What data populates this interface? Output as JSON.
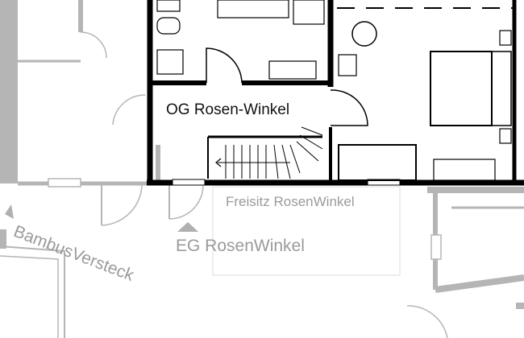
{
  "labels": {
    "og": "OG Rosen-Winkel",
    "freisitz": "Freisitz RosenWinkel",
    "eg": "EG RosenWinkel",
    "bambus": "BambusVersteck"
  },
  "colors": {
    "upper_floor_walls": "#000000",
    "ground_floor_walls": "#b0b0b0",
    "ground_floor_text": "#9a9a9a"
  }
}
